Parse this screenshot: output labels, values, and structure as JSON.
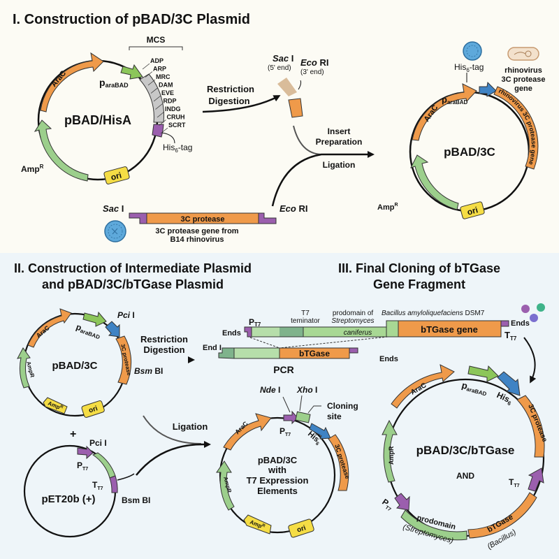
{
  "section1": {
    "title": "I. Construction of pBAD/3C Plasmid",
    "plasmid_a": {
      "name": "pBAD/HisA",
      "features": {
        "arac": "AraC",
        "promoter": "p",
        "promoter_sub": "araBAD",
        "ampr": "Amp",
        "ampr_sup": "R",
        "ori": "ori",
        "his_tag": "His",
        "his_sub": "6",
        "his_suffix": "-tag"
      },
      "mcs_label": "MCS",
      "mcs_sites": [
        "ADP",
        "ARP",
        "MRC",
        "DAM",
        "EVE",
        "RDP",
        "INDG",
        "CRUH",
        "SCRT"
      ]
    },
    "step_restriction": [
      "Restriction",
      "Digestion"
    ],
    "sac_fragment": {
      "enzyme_italic": "Sac",
      "enzyme_rest": " I",
      "note": "(5' end)"
    },
    "eco_fragment": {
      "enzyme_italic": "Eco",
      "enzyme_rest": " RI",
      "note": "(3' end)"
    },
    "step_insert": [
      "Insert",
      "Preparation"
    ],
    "step_ligation": "Ligation",
    "insert": {
      "left_enzyme_italic": "Sac",
      "left_enzyme_rest": " I",
      "right_enzyme_italic": "Eco",
      "right_enzyme_rest": " RI",
      "label": "3C protease",
      "caption": [
        "3C protease gene from",
        "B14 rhinovirus"
      ]
    },
    "plasmid_b": {
      "name": "pBAD/3C",
      "features": {
        "arac": "AraC",
        "promoter": "p",
        "promoter_sub": "araBAD",
        "his_tag": "His",
        "his_sub": "6",
        "his_suffix": "-tag",
        "gene": "rhinovirus 3C protease gene",
        "ampr": "Amp",
        "ampr_sup": "R",
        "ori": "ori"
      },
      "side_label": [
        "rhinovirus",
        "3C protease",
        "gene"
      ]
    }
  },
  "section2": {
    "title": [
      "II. Construction of Intermediate Plasmid",
      "and pBAD/3C/bTGase Plasmid"
    ],
    "plasmid_a": {
      "name": "pBAD/3C",
      "features": {
        "arac": "AraC",
        "promoter": "p",
        "promoter_sub": "araBAD",
        "protease": "3C protease",
        "ampr_green": "AmpR",
        "ampr_yellow": "Amp",
        "ampr_yellow_sup": "R",
        "ori": "ori"
      },
      "enzyme_top_italic": "Pci",
      "enzyme_top_rest": " I",
      "enzyme_bottom_italic": "Bsm",
      "enzyme_bottom_rest": " BI"
    },
    "step_restriction": [
      "Restriction",
      "Digestion"
    ],
    "plus": "+",
    "pet": {
      "name": "pET20b (+)",
      "enzyme_top": "Pci I",
      "enzyme_bottom": "Bsm BI",
      "pt7": "P",
      "pt7_sub": "T7",
      "tt7": "T",
      "tt7_sub": "T7"
    },
    "step_ligation": "Ligation",
    "intermediate": {
      "name": [
        "pBAD/3C",
        "with",
        "T7 Expression",
        "Elements"
      ],
      "features": {
        "arac": "AraC",
        "pt7": "P",
        "pt7_sub": "T7",
        "his": "His",
        "his_sub": "6",
        "protease": "3C protease",
        "ampr_green": "AmpR",
        "ampr_yellow": "Amp",
        "ampr_yellow_sup": "R",
        "ori": "ori"
      },
      "nde_italic": "Nde",
      "nde_rest": " I",
      "xho_italic": "Xho",
      "xho_rest": " I",
      "cloning_site": [
        "Cloning",
        "site"
      ]
    }
  },
  "section3": {
    "title": [
      "III. Final Cloning of bTGase",
      "Gene Fragment"
    ],
    "construct": {
      "pt7": "P",
      "pt7_sub": "T7",
      "ends_left": "Ends",
      "t7_terminator": [
        "T7",
        "teminator"
      ],
      "prodomain_label": [
        "prodomain of",
        "Streptomyces"
      ],
      "prodomain_species": "caniferus",
      "bacillus_label_italic": "Bacillus amyloliquefaciens",
      "bacillus_label_rest": " DSM7",
      "gene": "bTGase gene",
      "ends_right": "Ends",
      "tt7": "T",
      "tt7_sub": "T7"
    },
    "pcr_fragment": {
      "end_left": "End I",
      "gene": "bTGase",
      "ends_right": "Ends",
      "step": "PCR"
    },
    "final": {
      "name": "pBAD/3C/bTGase",
      "and": "AND",
      "features": {
        "arac": "AraC",
        "promoter": "p",
        "promoter_sub": "araBAD",
        "his": "His",
        "his_sub": "6",
        "protease": "3C protease",
        "ampr": "AmpR",
        "pt7": "P",
        "pt7_sub": "T7",
        "tt7": "T",
        "tt7_sub": "T7",
        "prodomain": "prodomain",
        "prodomain_src": "(Streptomyces)",
        "btgase": "bTGase",
        "btgase_src": "(Bacillus)"
      }
    }
  },
  "colors": {
    "orange": "#ef9a4a",
    "green": "#9ccf8c",
    "lime": "#8cc65a",
    "purple": "#9b5fae",
    "blue": "#3f83c4",
    "yellow": "#f5dd45",
    "grey": "#c8c8c8",
    "darkgreen": "#6fa77c"
  }
}
